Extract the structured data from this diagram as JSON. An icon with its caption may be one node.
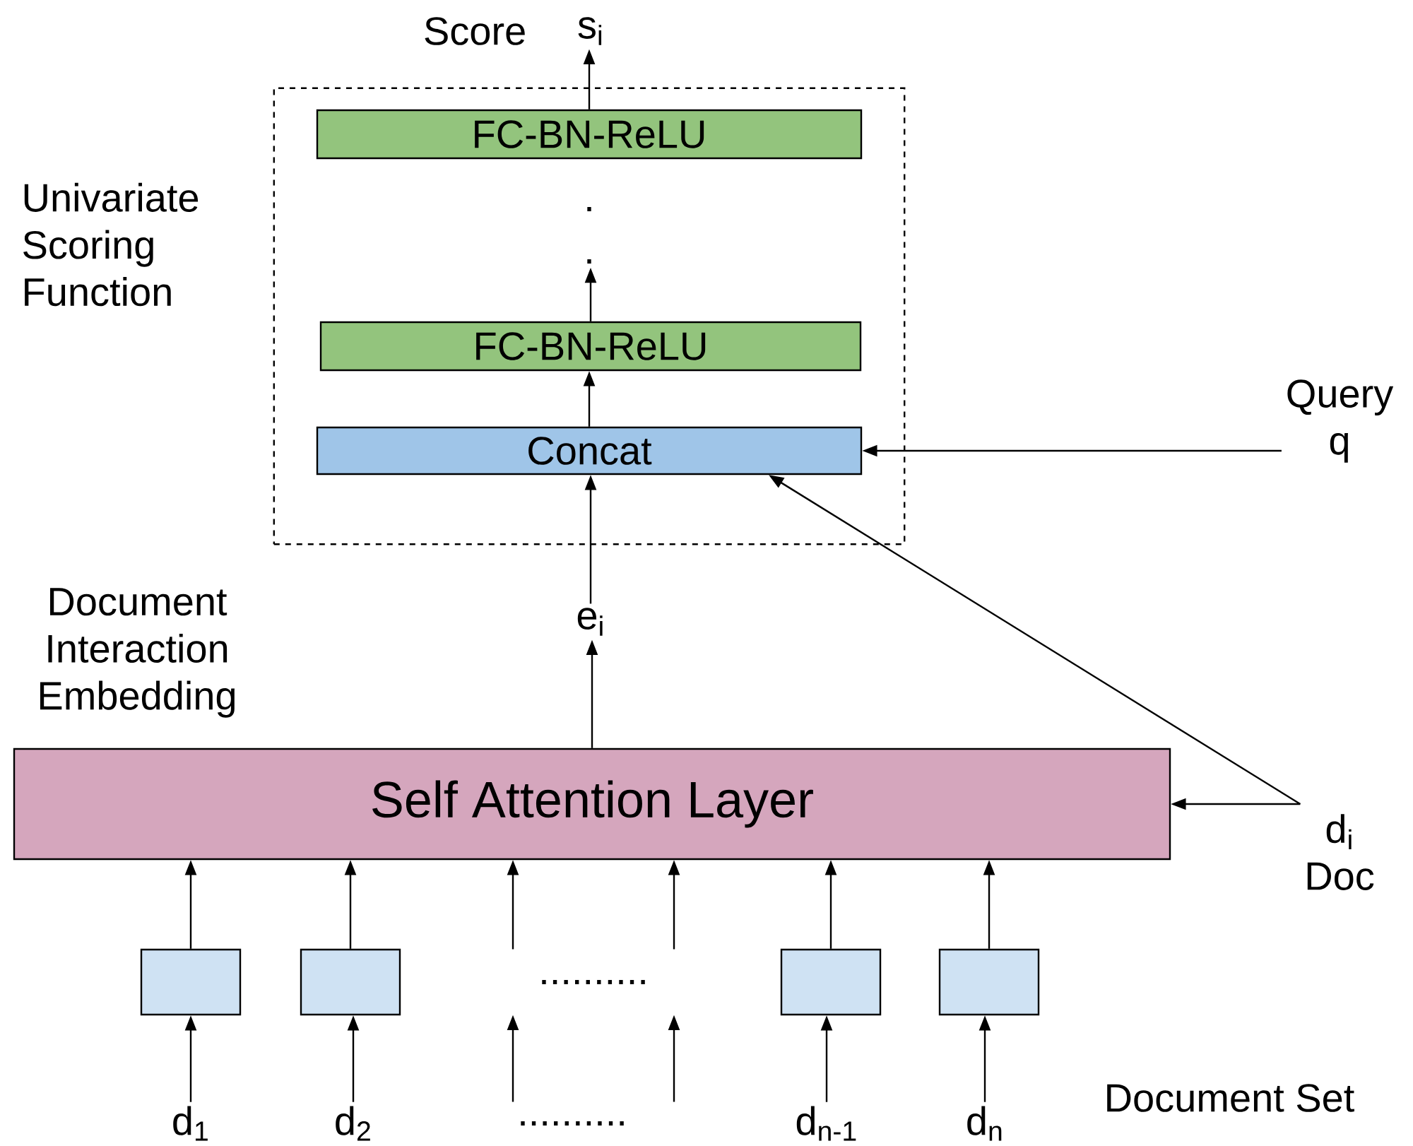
{
  "diagram": {
    "nodes": [
      {
        "text": [
          "Univariate Scoring Function"
        ]
      },
      {
        "text": [
          "FC-BN-ReLU"
        ],
        "in": 0
      },
      {
        "text": [
          "FC-BN-ReLU"
        ],
        "in": 0
      },
      {
        "text": [
          "Concat"
        ],
        "in": 0
      },
      {
        "text": [
          "s$_{i}$"
        ],
        "beside": [
          "Score"
        ]
      },
      {
        "text": [
          "Query",
          "q"
        ]
      },
      {
        "text": [
          "e$_{i}$"
        ]
      },
      {
        "text": [
          "Self Attention Layer"
        ]
      },
      {
        "text": [
          "d$_{i}$",
          "Doc"
        ]
      },
      {
        "text": [],
        "shape": "box"
      },
      {
        "text": [],
        "shape": "box"
      },
      {
        "text": [],
        "shape": "box"
      },
      {
        "text": [],
        "shape": "box"
      },
      {
        "text": [
          "d$_{1}$"
        ]
      },
      {
        "text": [
          "d$_{2}$"
        ]
      },
      {
        "text": [
          "d$_{n-1}$"
        ]
      },
      {
        "text": [
          "d$_{n}$"
        ]
      },
      {
        "text": [
          ".........."
        ]
      },
      {
        "text": [
          ".........."
        ]
      },
      {
        "text": [
          "."
        ],
        "in": 0
      }
    ],
    "edges": [
      {
        "from": 1,
        "to": 4,
        "arrow": "to"
      },
      {
        "from": 2,
        "to": 19,
        "arrow": "to"
      },
      {
        "from": 3,
        "to": 2,
        "arrow": "to"
      },
      {
        "from": 6,
        "to": 3,
        "arrow": "to"
      },
      {
        "from": 5,
        "to": 3,
        "arrow": "to"
      },
      {
        "from": 8,
        "to": 3,
        "arrow": "to"
      },
      {
        "from": 8,
        "to": 7,
        "arrow": "to"
      },
      {
        "from": 7,
        "to": 6,
        "arrow": "to"
      },
      {
        "from": 13,
        "to": 9,
        "arrow": "to"
      },
      {
        "from": 14,
        "to": 10,
        "arrow": "to"
      },
      {
        "from": 15,
        "to": 11,
        "arrow": "to"
      },
      {
        "from": 16,
        "to": 12,
        "arrow": "to"
      },
      {
        "from": 9,
        "to": 7,
        "arrow": "to"
      },
      {
        "from": 10,
        "to": 7,
        "arrow": "to"
      },
      {
        "from": 11,
        "to": 7,
        "arrow": "to"
      },
      {
        "from": 12,
        "to": 7,
        "arrow": "to"
      },
      {
        "from": 18,
        "to": 17,
        "arrow": "to"
      },
      {
        "from": 18,
        "to": 17,
        "arrow": "to"
      },
      {
        "from": 17,
        "to": 7,
        "arrow": "to"
      },
      {
        "from": 17,
        "to": 7,
        "arrow": "to"
      }
    ],
    "labels": [
      "Document Interaction Embedding",
      ".",
      "Document Set"
    ]
  }
}
